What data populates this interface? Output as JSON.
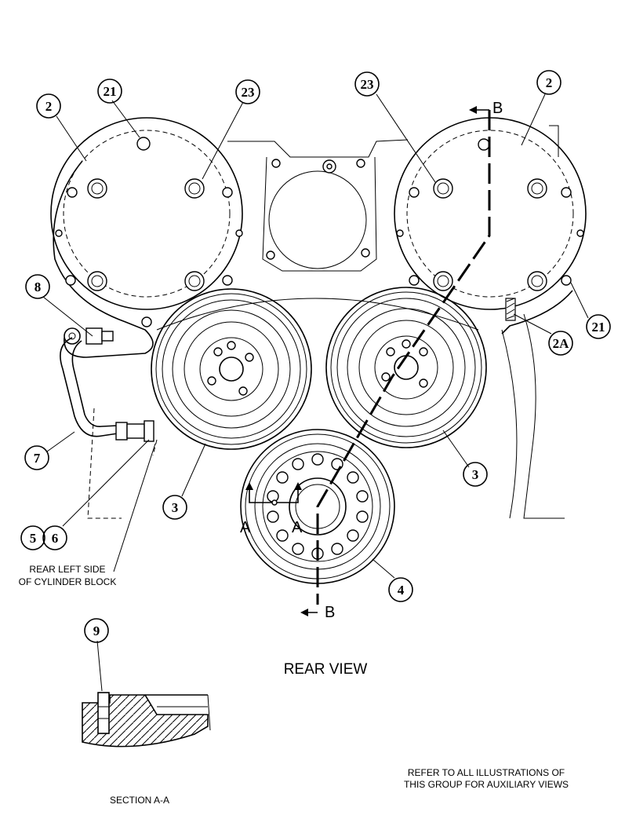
{
  "callouts": {
    "c2_left": "2",
    "c21_left": "21",
    "c23_left": "23",
    "c23_right": "23",
    "c2_right": "2",
    "c8": "8",
    "c7": "7",
    "c3_left": "3",
    "c3_right": "3",
    "c5": "5",
    "c6": "6",
    "c4": "4",
    "c2a": "2A",
    "c21_right": "21",
    "c9": "9"
  },
  "labels": {
    "section_b_top": "B",
    "section_b_bottom": "B",
    "section_a_left": "A",
    "section_a_right": "A",
    "rear_left_line1": "REAR LEFT SIDE",
    "rear_left_line2": "OF CYLINDER BLOCK",
    "view_title": "REAR VIEW",
    "note_line1": "REFER TO ALL ILLUSTRATIONS OF",
    "note_line2": "THIS GROUP FOR AUXILIARY VIEWS",
    "section_title": "SECTION A-A"
  }
}
